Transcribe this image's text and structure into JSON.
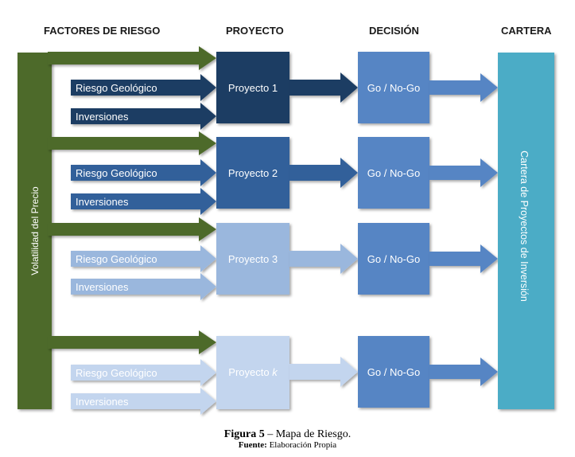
{
  "headers": {
    "factores": "FACTORES DE RIESGO",
    "proyecto": "PROYECTO",
    "decision": "DECISIÓN",
    "cartera": "CARTERA"
  },
  "volatility_label": "Volatilidad del Precio",
  "portfolio_label": "Cartera de Proyectos de Inversión",
  "rows": [
    {
      "factor1": "Riesgo Geológico",
      "factor2": "Inversiones",
      "project": "Proyecto 1",
      "project_italic": "",
      "decision": "Go / No-Go"
    },
    {
      "factor1": "Riesgo Geológico",
      "factor2": "Inversiones",
      "project": "Proyecto 2",
      "project_italic": "",
      "decision": "Go / No-Go"
    },
    {
      "factor1": "Riesgo Geológico",
      "factor2": "Inversiones",
      "project": "Proyecto 3",
      "project_italic": "",
      "decision": "Go / No-Go"
    },
    {
      "factor1": "Riesgo Geológico",
      "factor2": "Inversiones",
      "project": "Proyecto ",
      "project_italic": "k",
      "decision": "Go / No-Go"
    }
  ],
  "caption": {
    "figure_label": "Figura 5",
    "figure_text": " – Mapa de Riesgo.",
    "source_label": "Fuente:",
    "source_text": " Elaboración Propia"
  },
  "colors": {
    "green": "#4e6a2a",
    "row_colors": [
      "#1f3d63",
      "#30609a",
      "#9ab7dd",
      "#c3d5ee"
    ],
    "decision": "#5685c4",
    "cartera": "#4bacc6",
    "text_dark": "#ffffff"
  }
}
